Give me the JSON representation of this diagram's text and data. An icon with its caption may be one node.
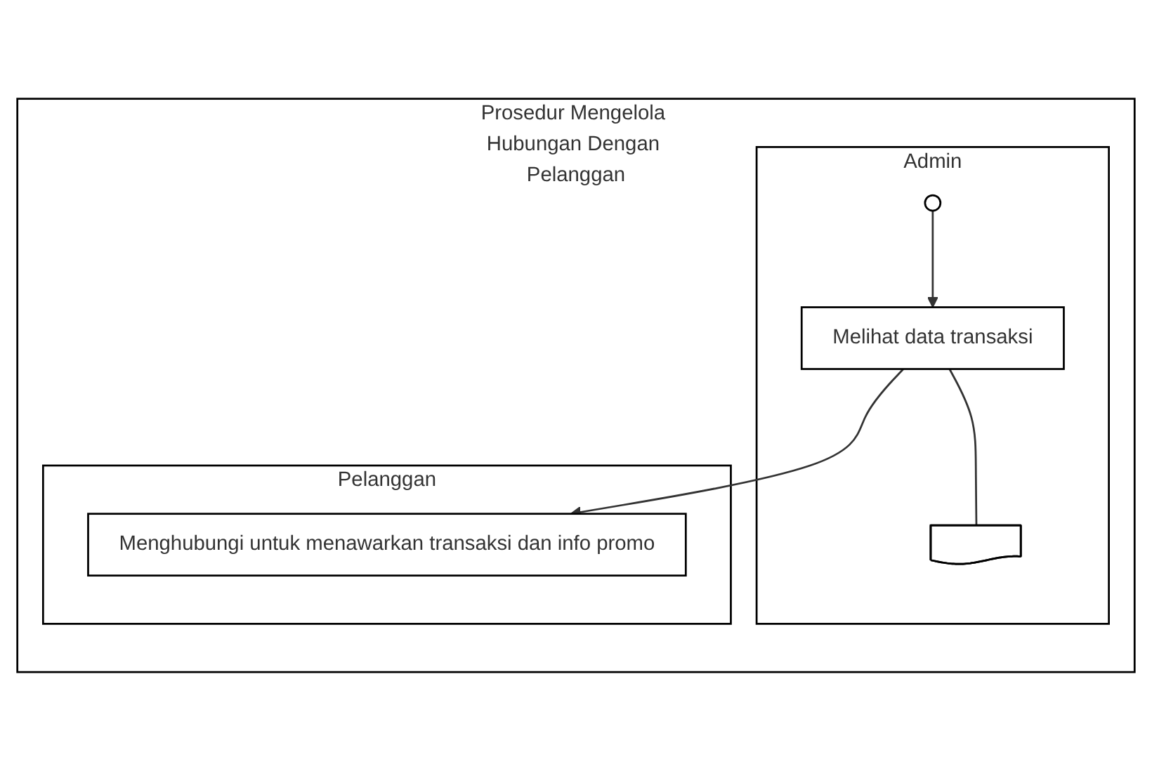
{
  "diagram": {
    "nodes": [
      {
        "text": [
          "Prosedur Mengelola Hubungan Dengan Pelanggan"
        ]
      },
      {
        "text": [
          "Admin"
        ],
        "in": 0
      },
      {
        "text": [
          "Pelanggan"
        ],
        "in": 0
      },
      {
        "text": [],
        "shape": "circle",
        "in": 1
      },
      {
        "text": [
          "Melihat data transaksi"
        ],
        "in": 1
      },
      {
        "text": [],
        "shape": "document",
        "in": 1
      },
      {
        "text": [
          "Menghubungi untuk menawarkan transaksi dan info promo"
        ],
        "in": 2
      }
    ],
    "edges": [
      {
        "from": 3,
        "to": 4,
        "arrow": "to"
      },
      {
        "from": 4,
        "to": 5,
        "arrow": "none"
      },
      {
        "from": 4,
        "to": 6,
        "arrow": "to"
      }
    ]
  }
}
